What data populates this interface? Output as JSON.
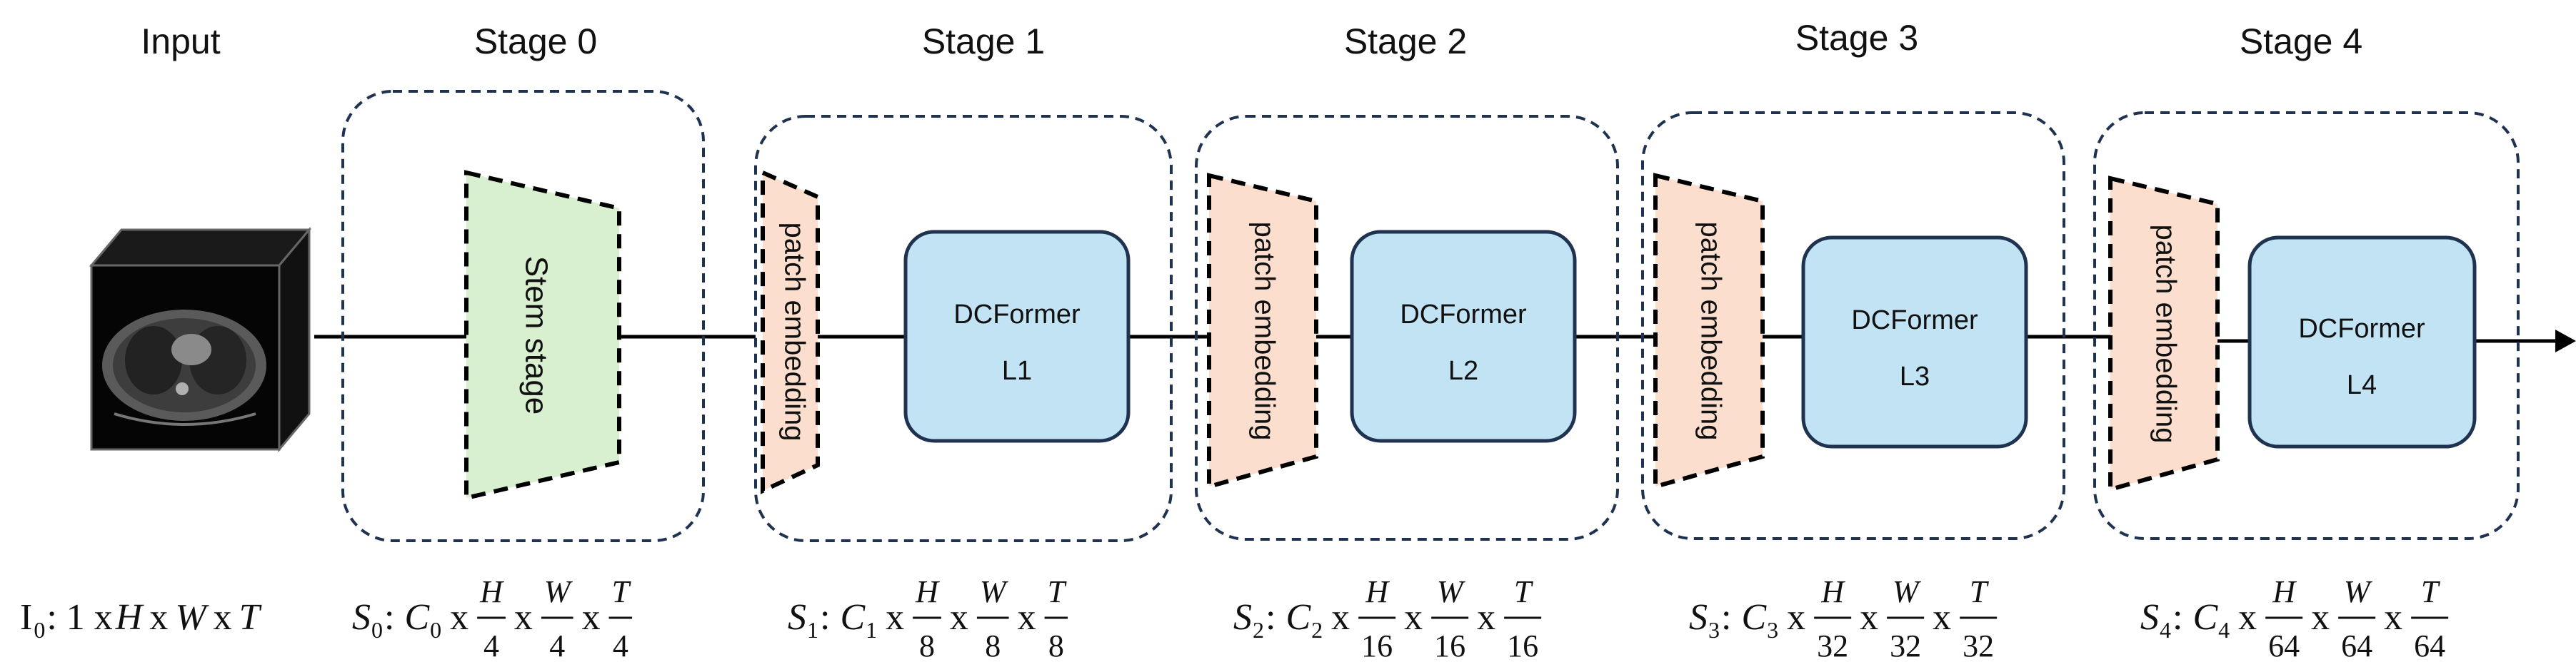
{
  "stages": [
    {
      "title": "Input"
    },
    {
      "title": "Stage 0",
      "stem_label": "Stem stage"
    },
    {
      "title": "Stage 1",
      "patch_label": "patch embedding",
      "block_name": "DCFormer",
      "block_level": "L1"
    },
    {
      "title": "Stage 2",
      "patch_label": "patch embedding",
      "block_name": "DCFormer",
      "block_level": "L2"
    },
    {
      "title": "Stage 3",
      "patch_label": "patch embedding",
      "block_name": "DCFormer",
      "block_level": "L3"
    },
    {
      "title": "Stage 4",
      "patch_label": "patch embedding",
      "block_name": "DCFormer",
      "block_level": "L4"
    }
  ],
  "formulas": {
    "input": {
      "symbol": "I",
      "sub": "0",
      "text": ": 1 x ",
      "dims": [
        "H",
        "W",
        "T"
      ]
    },
    "stages": [
      {
        "symbol": "S",
        "sub": "0",
        "c_sub": "0",
        "denominator": "4"
      },
      {
        "symbol": "S",
        "sub": "1",
        "c_sub": "1",
        "denominator": "8"
      },
      {
        "symbol": "S",
        "sub": "2",
        "c_sub": "2",
        "denominator": "16"
      },
      {
        "symbol": "S",
        "sub": "3",
        "c_sub": "3",
        "denominator": "32"
      },
      {
        "symbol": "S",
        "sub": "4",
        "c_sub": "4",
        "denominator": "64"
      }
    ],
    "channel_symbol": "C",
    "times": "x",
    "colon": ":",
    "numerators": [
      "H",
      "W",
      "T"
    ]
  },
  "colors": {
    "stem_fill": "#d8f0cf",
    "patch_fill": "#fbdecd",
    "block_fill": "#c1e3f4",
    "stage_border": "#1f3350",
    "line": "#000000"
  }
}
